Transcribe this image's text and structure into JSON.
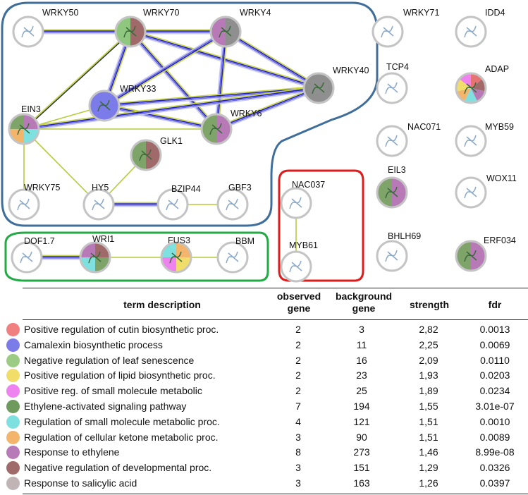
{
  "network": {
    "nodes": [
      {
        "id": "WRKY50",
        "label": "WRKY50",
        "colors": []
      },
      {
        "id": "WRKY70",
        "label": "WRKY70",
        "colors": [
          "#a06a6a",
          "#8fc77f"
        ]
      },
      {
        "id": "WRKY4",
        "label": "WRKY4",
        "colors": [
          "#8f8f8f",
          "#b77ab7"
        ]
      },
      {
        "id": "WRKY71",
        "label": "WRKY71",
        "colors": []
      },
      {
        "id": "IDD4",
        "label": "IDD4",
        "colors": []
      },
      {
        "id": "WRKY40",
        "label": "WRKY40",
        "colors": [
          "#8f8f8f"
        ]
      },
      {
        "id": "WRKY33",
        "label": "WRKY33",
        "colors": [
          "#7b7bea"
        ]
      },
      {
        "id": "EIN3",
        "label": "EIN3",
        "colors": [
          "#b77ab7",
          "#7fe0e0",
          "#f2b56b",
          "#7fa46a"
        ]
      },
      {
        "id": "WRKY6",
        "label": "WRKY6",
        "colors": [
          "#b77ab7",
          "#7fa46a"
        ]
      },
      {
        "id": "TCP4",
        "label": "TCP4",
        "colors": []
      },
      {
        "id": "ADAP",
        "label": "ADAP",
        "colors": [
          "#e57373",
          "#a06a6a",
          "#b77ab7",
          "#7fe0e0",
          "#f2b56b",
          "#f0dd6a",
          "#ee82ee"
        ]
      },
      {
        "id": "NAC071",
        "label": "NAC071",
        "colors": []
      },
      {
        "id": "MYB59",
        "label": "MYB59",
        "colors": []
      },
      {
        "id": "GLK1",
        "label": "GLK1",
        "colors": [
          "#a06a6a",
          "#7fa46a"
        ]
      },
      {
        "id": "EIL3",
        "label": "EIL3",
        "colors": [
          "#b77ab7",
          "#7fa46a"
        ]
      },
      {
        "id": "WOX11",
        "label": "WOX11",
        "colors": []
      },
      {
        "id": "WRKY75",
        "label": "WRKY75",
        "colors": []
      },
      {
        "id": "HY5",
        "label": "HY5",
        "colors": []
      },
      {
        "id": "BZIP44",
        "label": "BZIP44",
        "colors": []
      },
      {
        "id": "GBF3",
        "label": "GBF3",
        "colors": []
      },
      {
        "id": "NAC037",
        "label": "NAC037",
        "colors": []
      },
      {
        "id": "MYB61",
        "label": "MYB61",
        "colors": []
      },
      {
        "id": "DOF1.7",
        "label": "DOF1.7",
        "colors": []
      },
      {
        "id": "WRI1",
        "label": "WRI1",
        "colors": [
          "#a06a6a",
          "#7fa46a",
          "#7fe0e0",
          "#b77ab7"
        ]
      },
      {
        "id": "FUS3",
        "label": "FUS3",
        "colors": [
          "#f2b56b",
          "#f0dd6a",
          "#ee82ee",
          "#7fe0e0"
        ]
      },
      {
        "id": "BBM",
        "label": "BBM",
        "colors": []
      },
      {
        "id": "BHLH69",
        "label": "BHLH69",
        "colors": []
      },
      {
        "id": "ERF034",
        "label": "ERF034",
        "colors": [
          "#b77ab7",
          "#7fa46a"
        ]
      }
    ],
    "edges": [
      {
        "from": "WRKY50",
        "to": "WRKY70",
        "kind": "multi"
      },
      {
        "from": "WRKY70",
        "to": "WRKY4",
        "kind": "multi"
      },
      {
        "from": "WRKY70",
        "to": "WRKY33",
        "kind": "multi"
      },
      {
        "from": "WRKY70",
        "to": "WRKY6",
        "kind": "multi"
      },
      {
        "from": "WRKY70",
        "to": "WRKY40",
        "kind": "multi"
      },
      {
        "from": "WRKY70",
        "to": "EIN3",
        "kind": "dark"
      },
      {
        "from": "WRKY4",
        "to": "WRKY33",
        "kind": "multi"
      },
      {
        "from": "WRKY4",
        "to": "WRKY6",
        "kind": "multi"
      },
      {
        "from": "WRKY4",
        "to": "WRKY40",
        "kind": "multi"
      },
      {
        "from": "WRKY33",
        "to": "WRKY6",
        "kind": "multi"
      },
      {
        "from": "WRKY33",
        "to": "WRKY40",
        "kind": "multi"
      },
      {
        "from": "WRKY33",
        "to": "EIN3",
        "kind": "green"
      },
      {
        "from": "WRKY6",
        "to": "WRKY40",
        "kind": "multi"
      },
      {
        "from": "EIN3",
        "to": "WRKY40",
        "kind": "multi"
      },
      {
        "from": "EIN3",
        "to": "WRKY6",
        "kind": "green"
      },
      {
        "from": "EIN3",
        "to": "WRKY75",
        "kind": "green"
      },
      {
        "from": "EIN3",
        "to": "HY5",
        "kind": "green"
      },
      {
        "from": "GLK1",
        "to": "HY5",
        "kind": "green"
      },
      {
        "from": "HY5",
        "to": "BZIP44",
        "kind": "multi"
      },
      {
        "from": "BZIP44",
        "to": "GBF3",
        "kind": "green"
      },
      {
        "from": "NAC037",
        "to": "MYB61",
        "kind": "green"
      },
      {
        "from": "DOF1.7",
        "to": "WRI1",
        "kind": "multi"
      },
      {
        "from": "WRI1",
        "to": "FUS3",
        "kind": "green"
      },
      {
        "from": "FUS3",
        "to": "BBM",
        "kind": "green"
      }
    ],
    "cluster_colors": {
      "blue": "#3f6e9a",
      "green": "#22aa44",
      "red": "#e01b1b"
    }
  },
  "table": {
    "headers": {
      "term": "term description",
      "observed": [
        "observed",
        "gene"
      ],
      "background": [
        "background",
        "gene"
      ],
      "strength": "strength",
      "fdr": "fdr"
    },
    "rows": [
      {
        "color": "#f08080",
        "term": "Positive regulation of cutin biosynthetic proc.",
        "observed": "2",
        "background": "3",
        "strength": "2,82",
        "fdr": "0.0013"
      },
      {
        "color": "#7b7bea",
        "term": "Camalexin biosynthetic process",
        "observed": "2",
        "background": "11",
        "strength": "2,25",
        "fdr": "0.0069"
      },
      {
        "color": "#9ccc84",
        "term": "Negative regulation of leaf senescence",
        "observed": "2",
        "background": "16",
        "strength": "2,09",
        "fdr": "0.0110"
      },
      {
        "color": "#f0dd6a",
        "term": "Positive regulation of lipid biosynthetic proc.",
        "observed": "2",
        "background": "23",
        "strength": "1,93",
        "fdr": "0.0203"
      },
      {
        "color": "#ee82ee",
        "term": "Positive reg. of small molecule metabolic",
        "observed": "2",
        "background": "25",
        "strength": "1,89",
        "fdr": "0.0234"
      },
      {
        "color": "#6f9a5e",
        "term": "Ethylene-activated signaling pathway",
        "observed": "7",
        "background": "194",
        "strength": "1,55",
        "fdr": "3.01e-07"
      },
      {
        "color": "#7fe0e0",
        "term": "Regulation of small molecule metabolic proc.",
        "observed": "4",
        "background": "121",
        "strength": "1,51",
        "fdr": "0.0010"
      },
      {
        "color": "#f2b56b",
        "term": "Regulation of cellular ketone metabolic proc.",
        "observed": "3",
        "background": "90",
        "strength": "1,51",
        "fdr": "0.0089"
      },
      {
        "color": "#b77ab7",
        "term": "Response to ethylene",
        "observed": "8",
        "background": "273",
        "strength": "1,46",
        "fdr": "8.99e-08"
      },
      {
        "color": "#a06a6a",
        "term": "Negative regulation of developmental proc.",
        "observed": "3",
        "background": "151",
        "strength": "1,29",
        "fdr": "0.0326"
      },
      {
        "color": "#c0b4b4",
        "term": "Response to salicylic acid",
        "observed": "3",
        "background": "163",
        "strength": "1,26",
        "fdr": "0.0397"
      }
    ]
  }
}
